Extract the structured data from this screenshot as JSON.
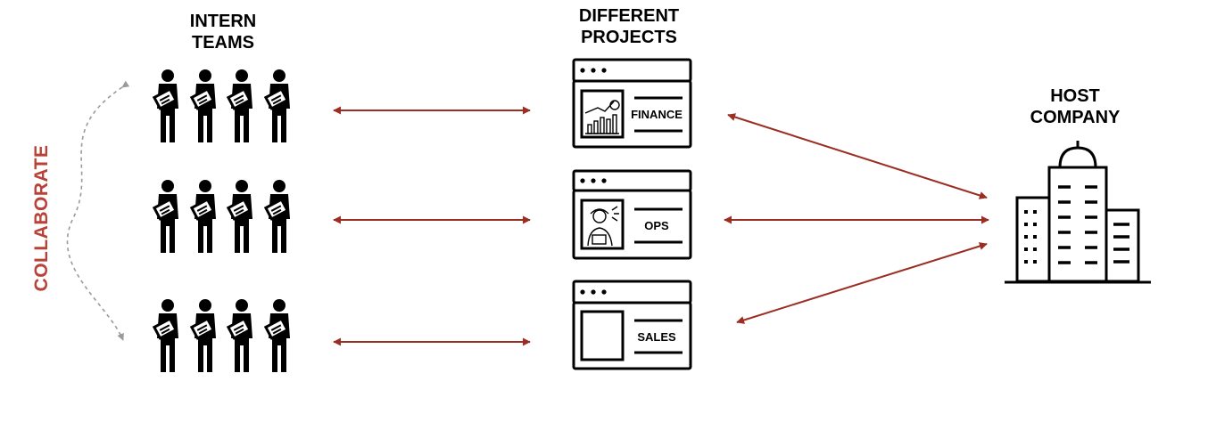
{
  "headings": {
    "teams": [
      "INTERN",
      "TEAMS"
    ],
    "projects": [
      "DIFFERENT",
      "PROJECTS"
    ],
    "host": [
      "HOST",
      "COMPANY"
    ]
  },
  "side_label": "COLLABORATE",
  "projects": [
    {
      "label": "FINANCE",
      "icon": "finance-chart-icon"
    },
    {
      "label": "OPS",
      "icon": "operator-icon"
    },
    {
      "label": "SALES",
      "icon": "blank-document-icon"
    }
  ],
  "colors": {
    "arrow": "#9b2e22",
    "accent_text": "#b84237",
    "dashed": "#9a9a9a",
    "ink": "#000000"
  }
}
